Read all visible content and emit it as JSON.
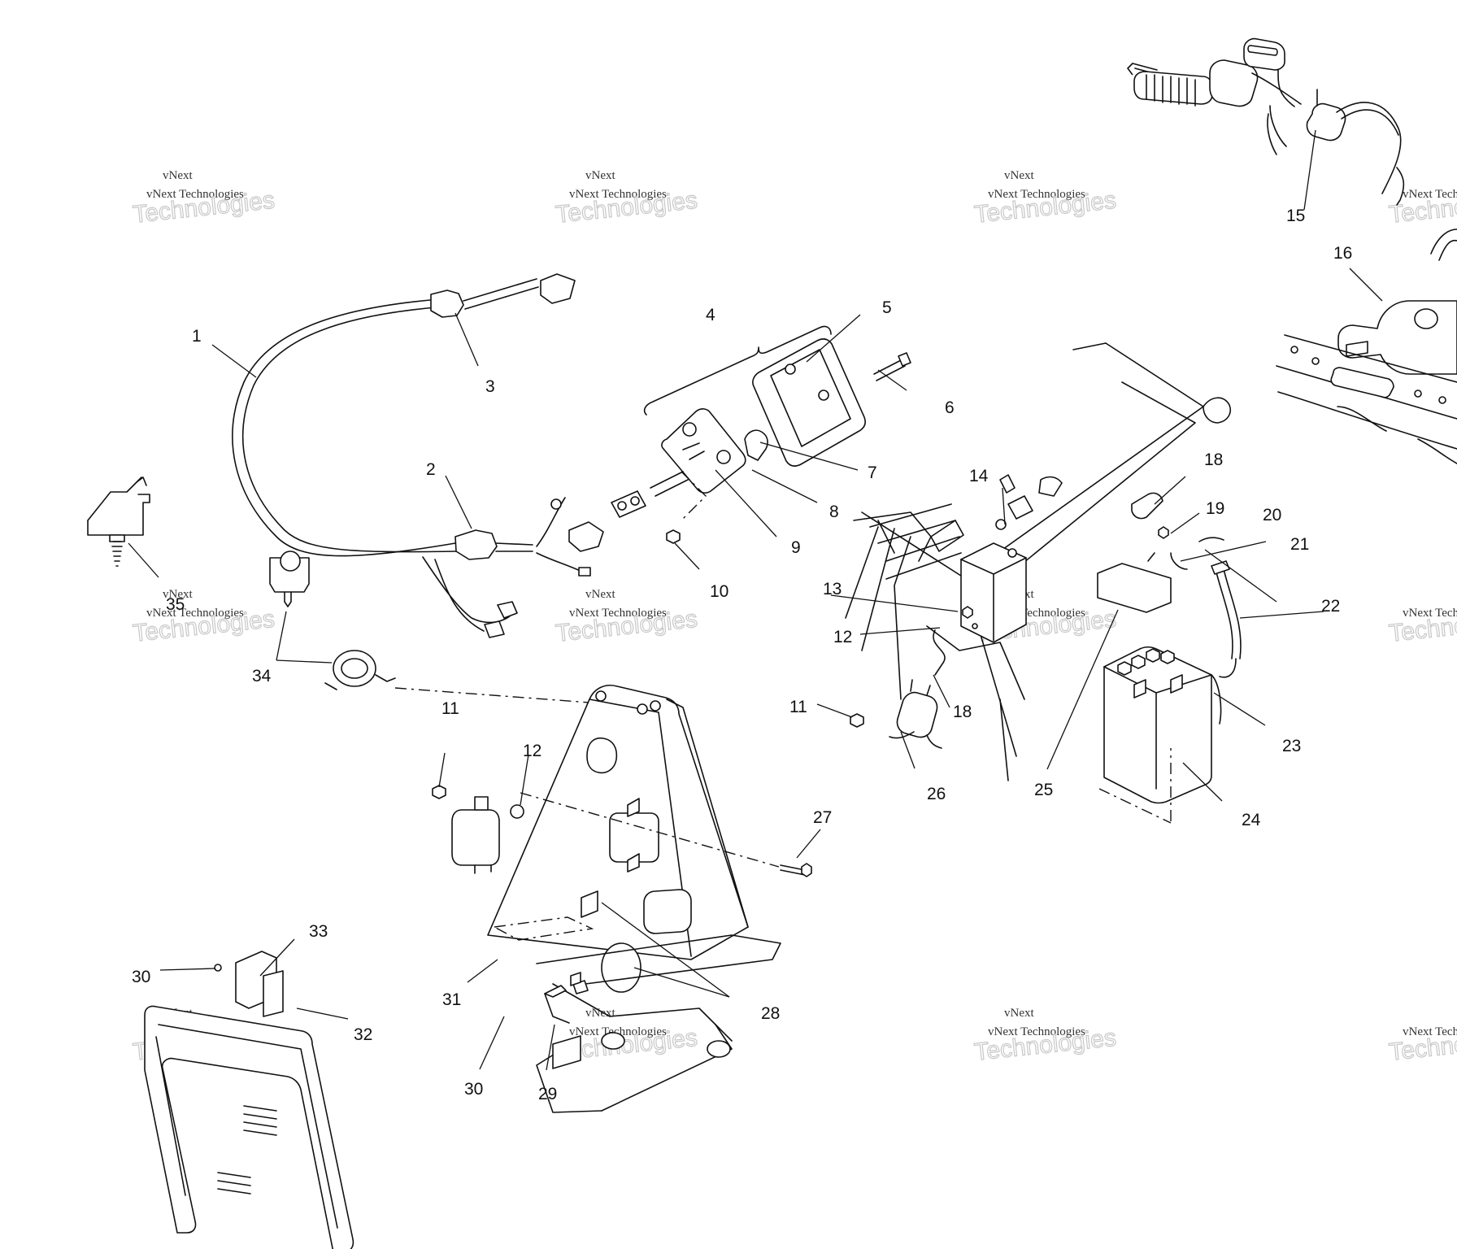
{
  "watermark": {
    "small": "vNext Technologies",
    "top": "vNext",
    "large": "Technologies"
  },
  "callouts": [
    "1",
    "2",
    "3",
    "4",
    "5",
    "6",
    "7",
    "8",
    "9",
    "10",
    "11",
    "12",
    "13",
    "14",
    "15",
    "16",
    "18",
    "19",
    "20",
    "21",
    "22",
    "23",
    "24",
    "25",
    "26",
    "27",
    "28",
    "29",
    "30",
    "31",
    "32",
    "33",
    "34",
    "35",
    "11",
    "12",
    "18",
    "30"
  ]
}
